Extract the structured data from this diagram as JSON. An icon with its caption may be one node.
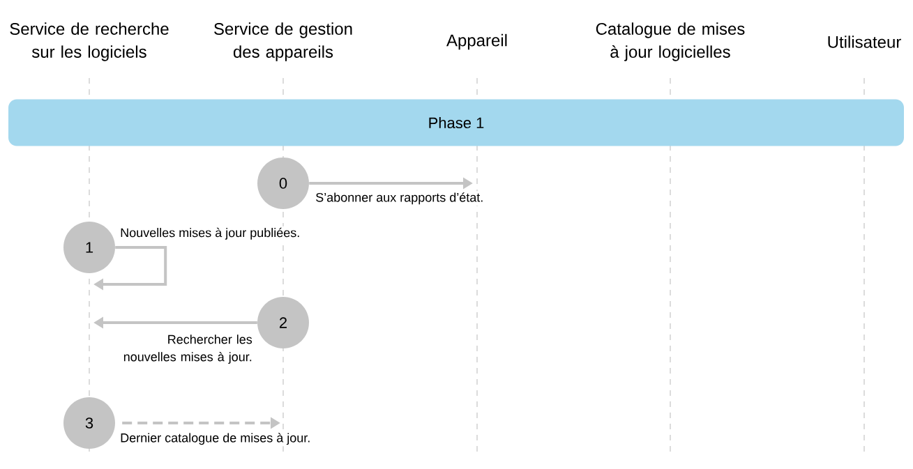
{
  "diagram": {
    "nodes": [
      {
        "text": [
          "Service de recherche sur les logiciels"
        ]
      },
      {
        "text": [
          "Service de gestion des appareils"
        ]
      },
      {
        "text": [
          "Appareil"
        ]
      },
      {
        "text": [
          "Catalogue de mises à jour logicielles"
        ]
      },
      {
        "text": [
          "Utilisateur"
        ]
      },
      {
        "text": [
          "Phase 1"
        ]
      },
      {
        "text": [
          "0"
        ]
      },
      {
        "text": [
          "1"
        ]
      },
      {
        "text": [
          "2"
        ]
      },
      {
        "text": [
          "3"
        ]
      }
    ],
    "edges": [
      {
        "from": 6,
        "to": null,
        "arrow": "to",
        "label": "S’abonner aux rapports d’état."
      },
      {
        "from": 7,
        "to": null,
        "arrow": "to",
        "label": "Nouvelles mises à jour publiées."
      },
      {
        "from": 8,
        "to": null,
        "arrow": "to",
        "label": "Rechercher les nouvelles mises à jour."
      },
      {
        "from": 9,
        "to": null,
        "arrow": "to",
        "label": "Dernier catalogue de mises à jour.",
        "style": "dashed"
      }
    ]
  }
}
